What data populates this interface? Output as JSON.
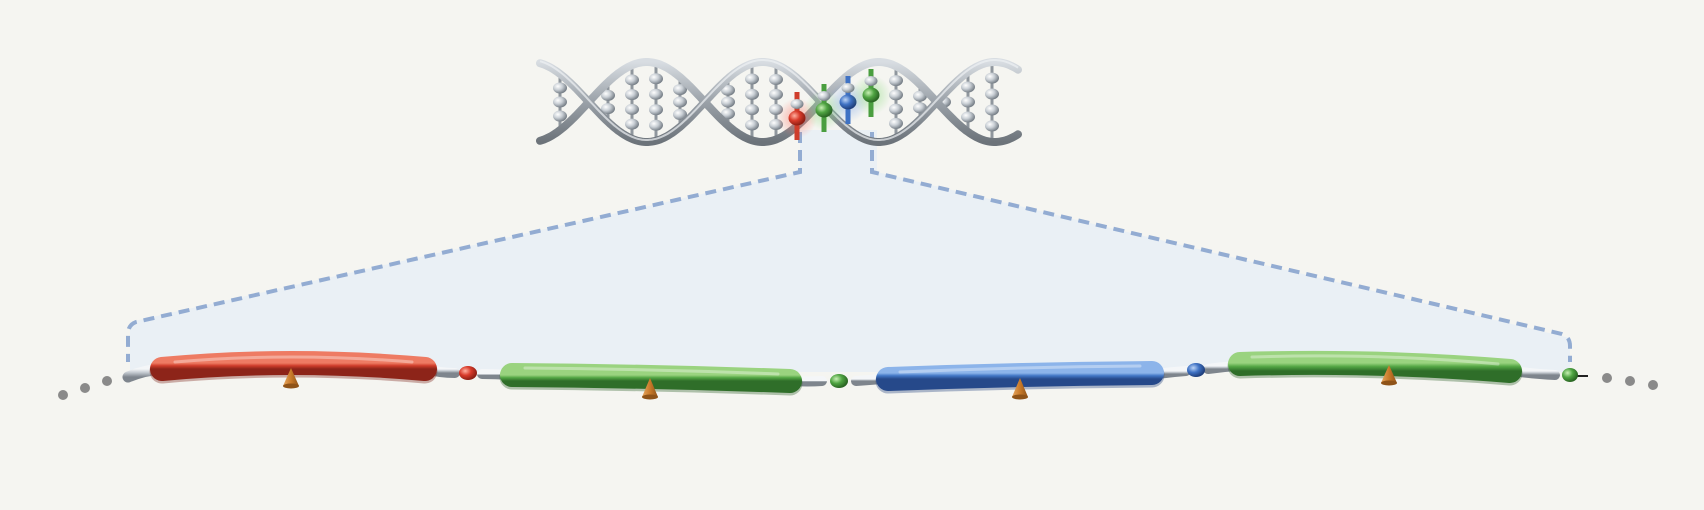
{
  "colors": {
    "background": "#f5f5f1",
    "zoom_dash": "#93acd2",
    "zoom_fill": "#e7eef5",
    "gene_red": "#cc3b2c",
    "gene_green": "#4a9e3f",
    "gene_blue": "#3f72c4",
    "backbone": "#a9b0b8",
    "marker": "#c97a2a",
    "dots": "#8a8a8a"
  },
  "helix": {
    "highlighted_bases": [
      "red",
      "green",
      "blue",
      "green"
    ]
  },
  "genes": [
    {
      "color": "red"
    },
    {
      "color": "green"
    },
    {
      "color": "blue"
    },
    {
      "color": "green"
    }
  ],
  "connector_beads": [
    "red",
    "green",
    "blue",
    "green"
  ]
}
